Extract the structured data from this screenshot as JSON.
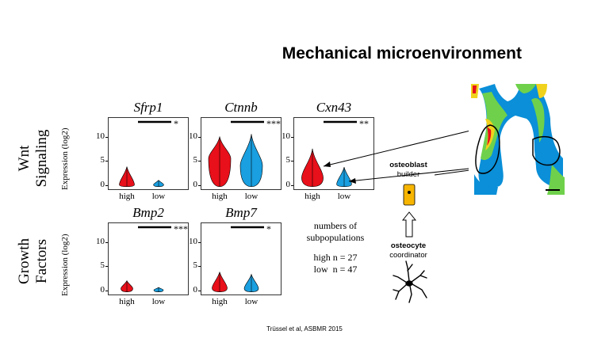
{
  "slide": {
    "title": "Mechanical microenvironment",
    "citation": "Trüssel et al, ASBMR 2015"
  },
  "rows": [
    {
      "label_line1": "Wnt",
      "label_line2": "Signaling"
    },
    {
      "label_line1": "Growth",
      "label_line2": "Factors"
    }
  ],
  "ylabel": "Expression (log2)",
  "chart_data": [
    {
      "type": "violin",
      "gene": "Sfrp1",
      "significance": "*",
      "categories": [
        "high",
        "low"
      ],
      "yticks": [
        0,
        5,
        10
      ],
      "ylim": [
        -1,
        14
      ],
      "series": [
        {
          "name": "high",
          "color": "#e8101a",
          "max": 3.8,
          "median": 0.1
        },
        {
          "name": "low",
          "color": "#1a9fe0",
          "max": 1.0,
          "median": 0.1
        }
      ]
    },
    {
      "type": "violin",
      "gene": "Ctnnb",
      "significance": "***",
      "categories": [
        "high",
        "low"
      ],
      "yticks": [
        0,
        5,
        10
      ],
      "ylim": [
        -1,
        14
      ],
      "series": [
        {
          "name": "high",
          "color": "#e8101a",
          "max": 10.0,
          "median": 5.5
        },
        {
          "name": "low",
          "color": "#1a9fe0",
          "max": 10.5,
          "median": 4.0
        }
      ]
    },
    {
      "type": "violin",
      "gene": "Cxn43",
      "significance": "**",
      "categories": [
        "high",
        "low"
      ],
      "yticks": [
        0,
        5,
        10
      ],
      "ylim": [
        -1,
        14
      ],
      "series": [
        {
          "name": "high",
          "color": "#e8101a",
          "max": 7.5,
          "median": 1.5
        },
        {
          "name": "low",
          "color": "#1a9fe0",
          "max": 3.7,
          "median": 0.2
        }
      ]
    },
    {
      "type": "violin",
      "gene": "Bmp2",
      "significance": "***",
      "categories": [
        "high",
        "low"
      ],
      "yticks": [
        0,
        5,
        10
      ],
      "ylim": [
        -1,
        14
      ],
      "series": [
        {
          "name": "high",
          "color": "#e8101a",
          "max": 2.0,
          "median": 0.4
        },
        {
          "name": "low",
          "color": "#1a9fe0",
          "max": 0.6,
          "median": 0.1
        }
      ]
    },
    {
      "type": "violin",
      "gene": "Bmp7",
      "significance": "*",
      "categories": [
        "high",
        "low"
      ],
      "yticks": [
        0,
        5,
        10
      ],
      "ylim": [
        -1,
        14
      ],
      "series": [
        {
          "name": "high",
          "color": "#e8101a",
          "max": 3.8,
          "median": 0.5
        },
        {
          "name": "low",
          "color": "#1a9fe0",
          "max": 3.3,
          "median": 0.4
        }
      ]
    }
  ],
  "subpopulations": {
    "line1": "numbers of",
    "line2": "subpopulations",
    "high": "high n = 27",
    "low": "low  n = 47"
  },
  "cells": {
    "osteoblast_name": "osteoblast",
    "osteoblast_role": "builder",
    "osteocyte_name": "osteocyte",
    "osteocyte_role": "coordinator",
    "osteoblast_color": "#f7b500"
  }
}
